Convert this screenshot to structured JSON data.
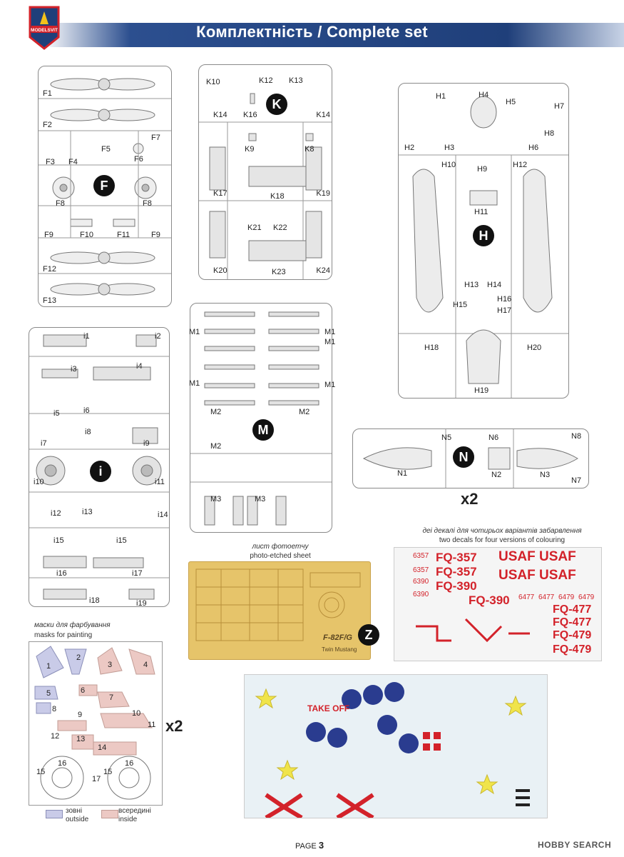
{
  "header": {
    "title": "Комплектність / Complete set",
    "logo_text": "MODELSVIT"
  },
  "sprues": {
    "F": {
      "letter": "F",
      "labels": [
        "F1",
        "F2",
        "F3",
        "F4",
        "F5",
        "F6",
        "F7",
        "F8",
        "F8",
        "F9",
        "F10",
        "F11",
        "F9",
        "F12",
        "F13"
      ]
    },
    "K": {
      "letter": "K",
      "labels": [
        "K10",
        "K12",
        "K13",
        "K14",
        "K16",
        "K14",
        "K9",
        "K8",
        "K17",
        "K18",
        "K19",
        "K21",
        "K22",
        "K20",
        "K23",
        "K24"
      ]
    },
    "H": {
      "letter": "H",
      "labels": [
        "H1",
        "H4",
        "H5",
        "H7",
        "H8",
        "H2",
        "H3",
        "H6",
        "H10",
        "H9",
        "H12",
        "H11",
        "H13",
        "H14",
        "H16",
        "H15",
        "H17",
        "H18",
        "H20",
        "H19"
      ]
    },
    "I": {
      "letter": "i",
      "labels": [
        "i1",
        "i2",
        "i3",
        "i4",
        "i5",
        "i6",
        "i7",
        "i8",
        "i9",
        "i10",
        "i11",
        "i12",
        "i13",
        "i14",
        "i15",
        "i15",
        "i16",
        "i17",
        "i18",
        "i19"
      ]
    },
    "M": {
      "letter": "M",
      "labels": [
        "M1",
        "M1",
        "M1",
        "M1",
        "M1",
        "M2",
        "M2",
        "M2",
        "M3",
        "M3"
      ]
    },
    "N": {
      "letter": "N",
      "labels": [
        "N5",
        "N6",
        "N8",
        "N1",
        "N2",
        "N3",
        "N7"
      ]
    }
  },
  "n_multiplier": "x2",
  "photoetch": {
    "caption_ua": "лист фотоетчу",
    "caption_en": "photo-etched sheet",
    "badge": "Z",
    "plate_text": "F-82F/G",
    "plate_subtext": "Twin Mustang"
  },
  "decals": {
    "caption_ua": "деі декалі для чотирьох варіантів забарвлення",
    "caption_en": "two decals for four versions of colouring",
    "sheet1_lines": [
      "FQ-357",
      "USAF USAF",
      "FQ-357",
      "USAF USAF",
      "FQ-390",
      "FQ-390",
      "FQ-477",
      "FQ-477",
      "FQ-479",
      "FQ-479"
    ],
    "sheet1_small": [
      "6357",
      "6357",
      "6390",
      "6390",
      "6477",
      "6477",
      "6479",
      "6479"
    ],
    "sheet2_text": [
      "TAKE OFF"
    ]
  },
  "masks": {
    "caption_ua": "маски для фарбування",
    "caption_en": "masks for painting",
    "numbers": [
      "1",
      "2",
      "3",
      "4",
      "5",
      "6",
      "7",
      "8",
      "9",
      "10",
      "11",
      "12",
      "13",
      "14",
      "15",
      "16",
      "17",
      "15",
      "16"
    ],
    "multiplier": "x2",
    "legend": [
      {
        "ua": "зовні",
        "en": "outside",
        "color": "#c9cbe8"
      },
      {
        "ua": "всередині",
        "en": "inside",
        "color": "#ecc9c4"
      }
    ]
  },
  "footer": {
    "page_label": "PAGE",
    "page_number": "3",
    "watermark": "HOBBY SEARCH"
  },
  "colors": {
    "banner": "#1f3f7a",
    "decal_red": "#d3222a",
    "etch_gold": "#e6c46a",
    "decal_sheet": "#e9f1f5"
  }
}
